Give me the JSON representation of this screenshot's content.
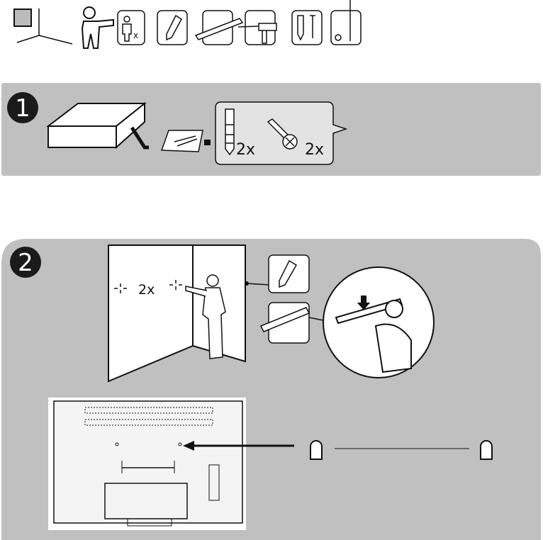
{
  "tools": {
    "persons_count_label": "x",
    "items": [
      "wall-corner",
      "person",
      "two-persons",
      "pencil",
      "spirit-level",
      "drill",
      "wall-plugs-and-screws",
      "screwdriver"
    ]
  },
  "step1": {
    "number": "1",
    "plug_count": "2x",
    "screw_count": "2x"
  },
  "step2": {
    "number": "2",
    "mark_count": "2x"
  },
  "colors": {
    "panel": "#c0c0c0",
    "bubble": "#e3e3e3",
    "ink": "#111111"
  }
}
